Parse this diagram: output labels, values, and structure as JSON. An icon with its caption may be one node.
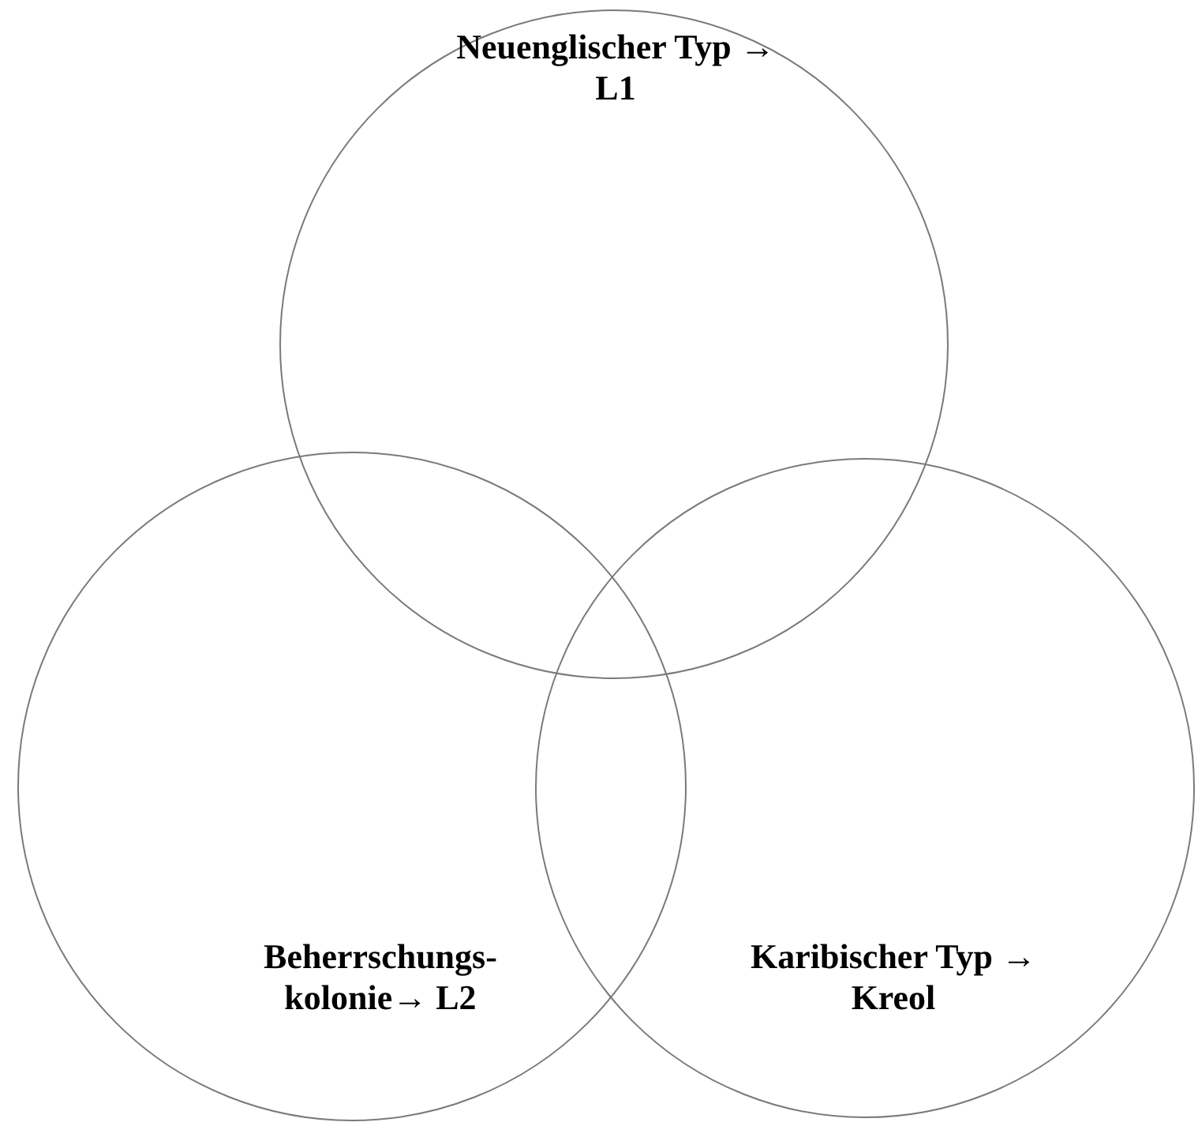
{
  "diagram": {
    "nodes": [
      {
        "text": [
          "Neuenglischer Typ → L1"
        ]
      },
      {
        "text": [
          "Beherrschungs- kolonie→ L2"
        ]
      },
      {
        "text": [
          "Karibischer Typ → Kreol"
        ]
      }
    ]
  }
}
